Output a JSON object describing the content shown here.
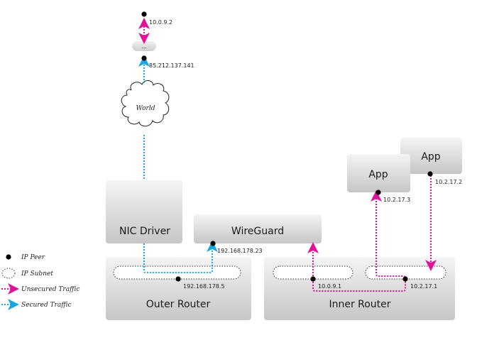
{
  "colors": {
    "unsecured": "#e0129a",
    "secured": "#1aa7e0",
    "box_top": "#f2f2f2",
    "box_bottom": "#c9c9c9",
    "peer": "#000000"
  },
  "nodes": {
    "nic_driver": "NIC Driver",
    "wireguard": "WireGuard",
    "outer_router": "Outer Router",
    "inner_router": "Inner Router",
    "app_front": "App",
    "app_back": "App",
    "world": "World",
    "ellipsis": "..."
  },
  "ips": {
    "top_peer": "10.0.9.2",
    "world_peer": "85.212.137.141",
    "wireguard_peer": "192.168.178.23",
    "outer_router_peer": "192.168.178.5",
    "inner_left_peer": "10.0.9.1",
    "inner_right_peer": "10.2.17.1",
    "app_front_peer": "10.2.17.3",
    "app_back_peer": "10.2.17.2"
  },
  "legend": {
    "ip_peer": "IP Peer",
    "ip_subnet": "IP Subnet",
    "unsecured": "Unsecured Traffic",
    "secured": "Secured Traffic"
  }
}
